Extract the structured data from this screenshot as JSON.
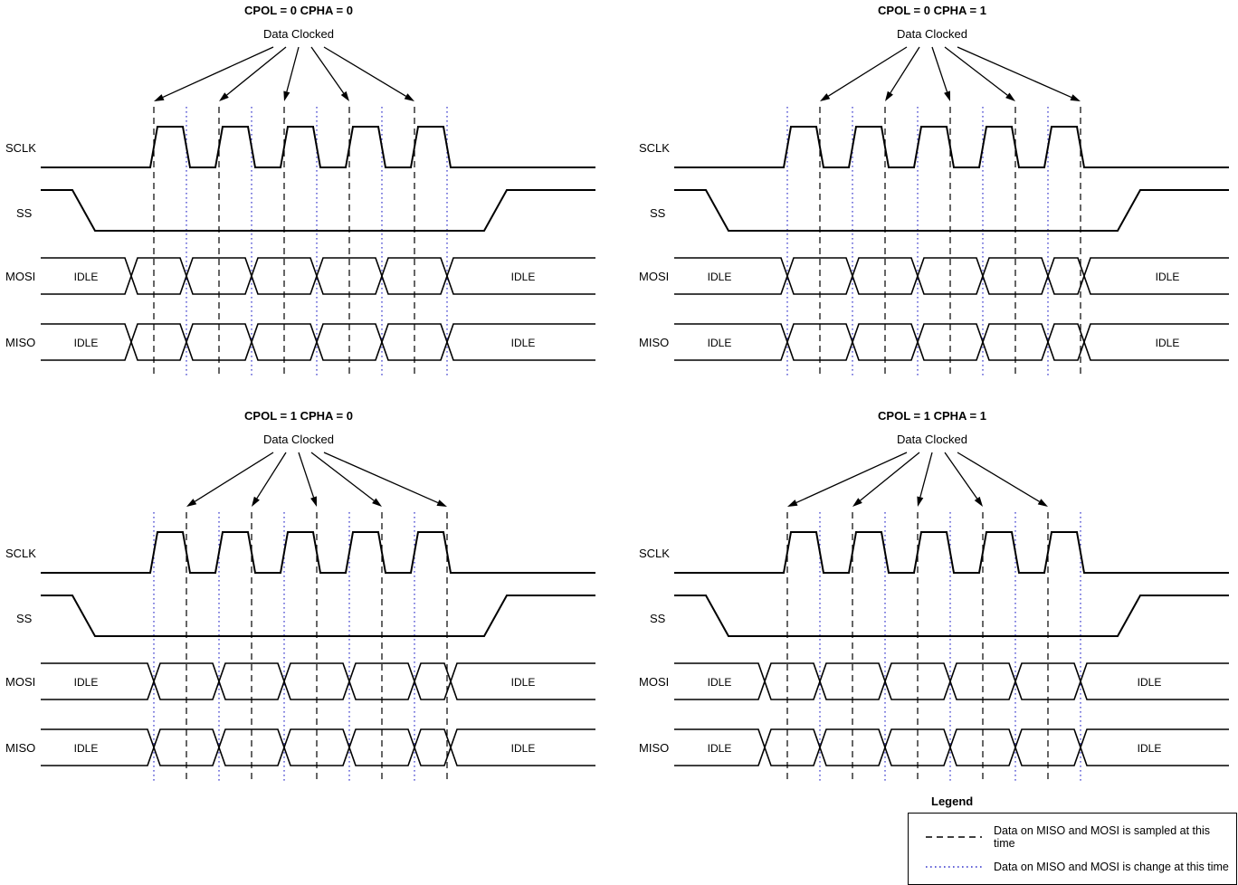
{
  "panels": [
    {
      "title": "CPOL = 0 CPHA = 0",
      "sample_edge": "rising"
    },
    {
      "title": "CPOL = 0 CPHA = 1",
      "sample_edge": "falling"
    },
    {
      "title": "CPOL = 1 CPHA = 0",
      "sample_edge": "falling"
    },
    {
      "title": "CPOL = 1 CPHA = 1",
      "sample_edge": "rising"
    }
  ],
  "signals": {
    "sclk": "SCLK",
    "ss": "SS",
    "mosi": "MOSI",
    "miso": "MISO"
  },
  "labels": {
    "data_clocked": "Data Clocked",
    "idle": "IDLE"
  },
  "legend": {
    "title": "Legend",
    "sampled_text": "Data on MISO and MOSI is sampled at this time",
    "change_text": "Data on MISO and MOSI is change at this time"
  },
  "clock": {
    "pulses_per_burst": 5,
    "arrows_per_panel": 5
  },
  "colors": {
    "line": "#000000",
    "sampled_line": "#000000",
    "change_line": "#3333cc"
  }
}
